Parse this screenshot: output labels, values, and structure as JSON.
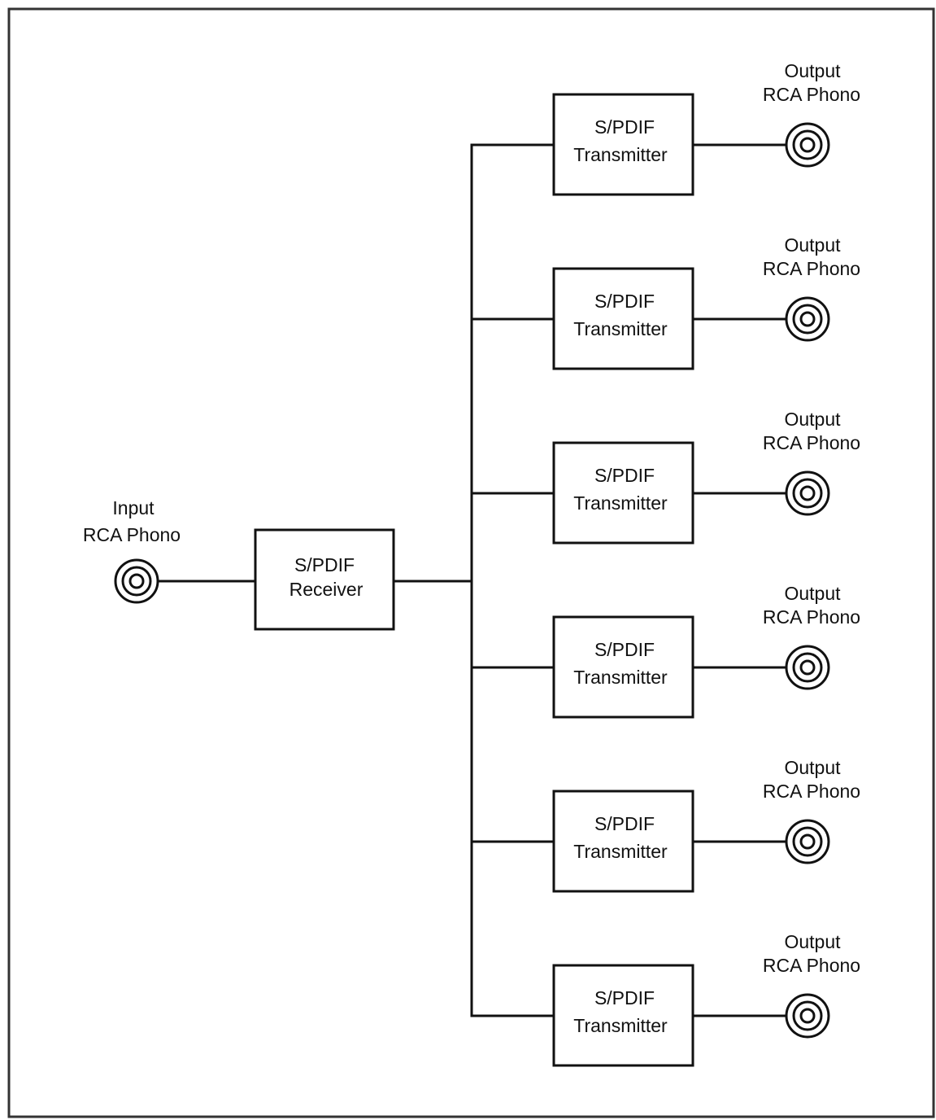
{
  "input": {
    "label_line1": "Input",
    "label_line2": "RCA Phono",
    "icon": "rca-phono-jack-icon"
  },
  "receiver": {
    "line1": "S/PDIF",
    "line2": "Receiver"
  },
  "outputs": [
    {
      "tx_line1": "S/PDIF",
      "tx_line2": "Transmitter",
      "label_line1": "Output",
      "label_line2": "RCA Phono",
      "icon": "rca-phono-jack-icon"
    },
    {
      "tx_line1": "S/PDIF",
      "tx_line2": "Transmitter",
      "label_line1": "Output",
      "label_line2": "RCA Phono",
      "icon": "rca-phono-jack-icon"
    },
    {
      "tx_line1": "S/PDIF",
      "tx_line2": "Transmitter",
      "label_line1": "Output",
      "label_line2": "RCA Phono",
      "icon": "rca-phono-jack-icon"
    },
    {
      "tx_line1": "S/PDIF",
      "tx_line2": "Transmitter",
      "label_line1": "Output",
      "label_line2": "RCA Phono",
      "icon": "rca-phono-jack-icon"
    },
    {
      "tx_line1": "S/PDIF",
      "tx_line2": "Transmitter",
      "label_line1": "Output",
      "label_line2": "RCA Phono",
      "icon": "rca-phono-jack-icon"
    },
    {
      "tx_line1": "S/PDIF",
      "tx_line2": "Transmitter",
      "label_line1": "Output",
      "label_line2": "RCA Phono",
      "icon": "rca-phono-jack-icon"
    }
  ]
}
